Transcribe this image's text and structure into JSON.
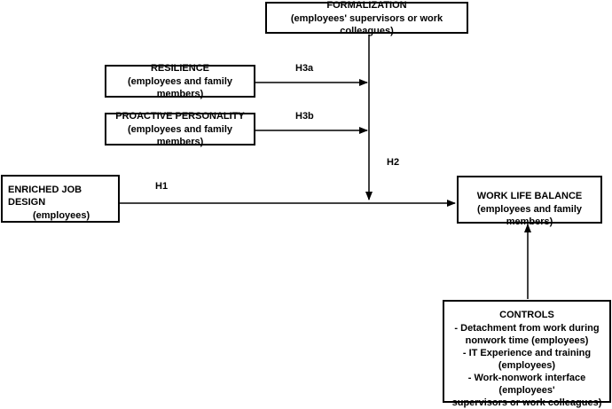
{
  "nodes": {
    "formalization": {
      "title": "FORMALIZATION",
      "subtitle": "(employees' supervisors or work colleagues)"
    },
    "resilience": {
      "title": "RESILIENCE",
      "subtitle": "(employees and family members)"
    },
    "proactive": {
      "title": "PROACTIVE PERSONALITY",
      "subtitle": "(employees and family members)"
    },
    "enriched": {
      "title": "ENRICHED JOB DESIGN",
      "subtitle": "(employees)"
    },
    "wlb": {
      "title": "WORK LIFE BALANCE",
      "subtitle": "(employees and family members)"
    },
    "controls": {
      "title": "CONTROLS",
      "lines": [
        "- Detachment from work during",
        "nonwork time (employees)",
        "- IT Experience and training",
        "(employees)",
        "- Work-nonwork interface (employees'",
        "supervisors or work colleagues)"
      ]
    }
  },
  "paths": {
    "h1": "H1",
    "h2": "H2",
    "h3a": "H3a",
    "h3b": "H3b"
  }
}
